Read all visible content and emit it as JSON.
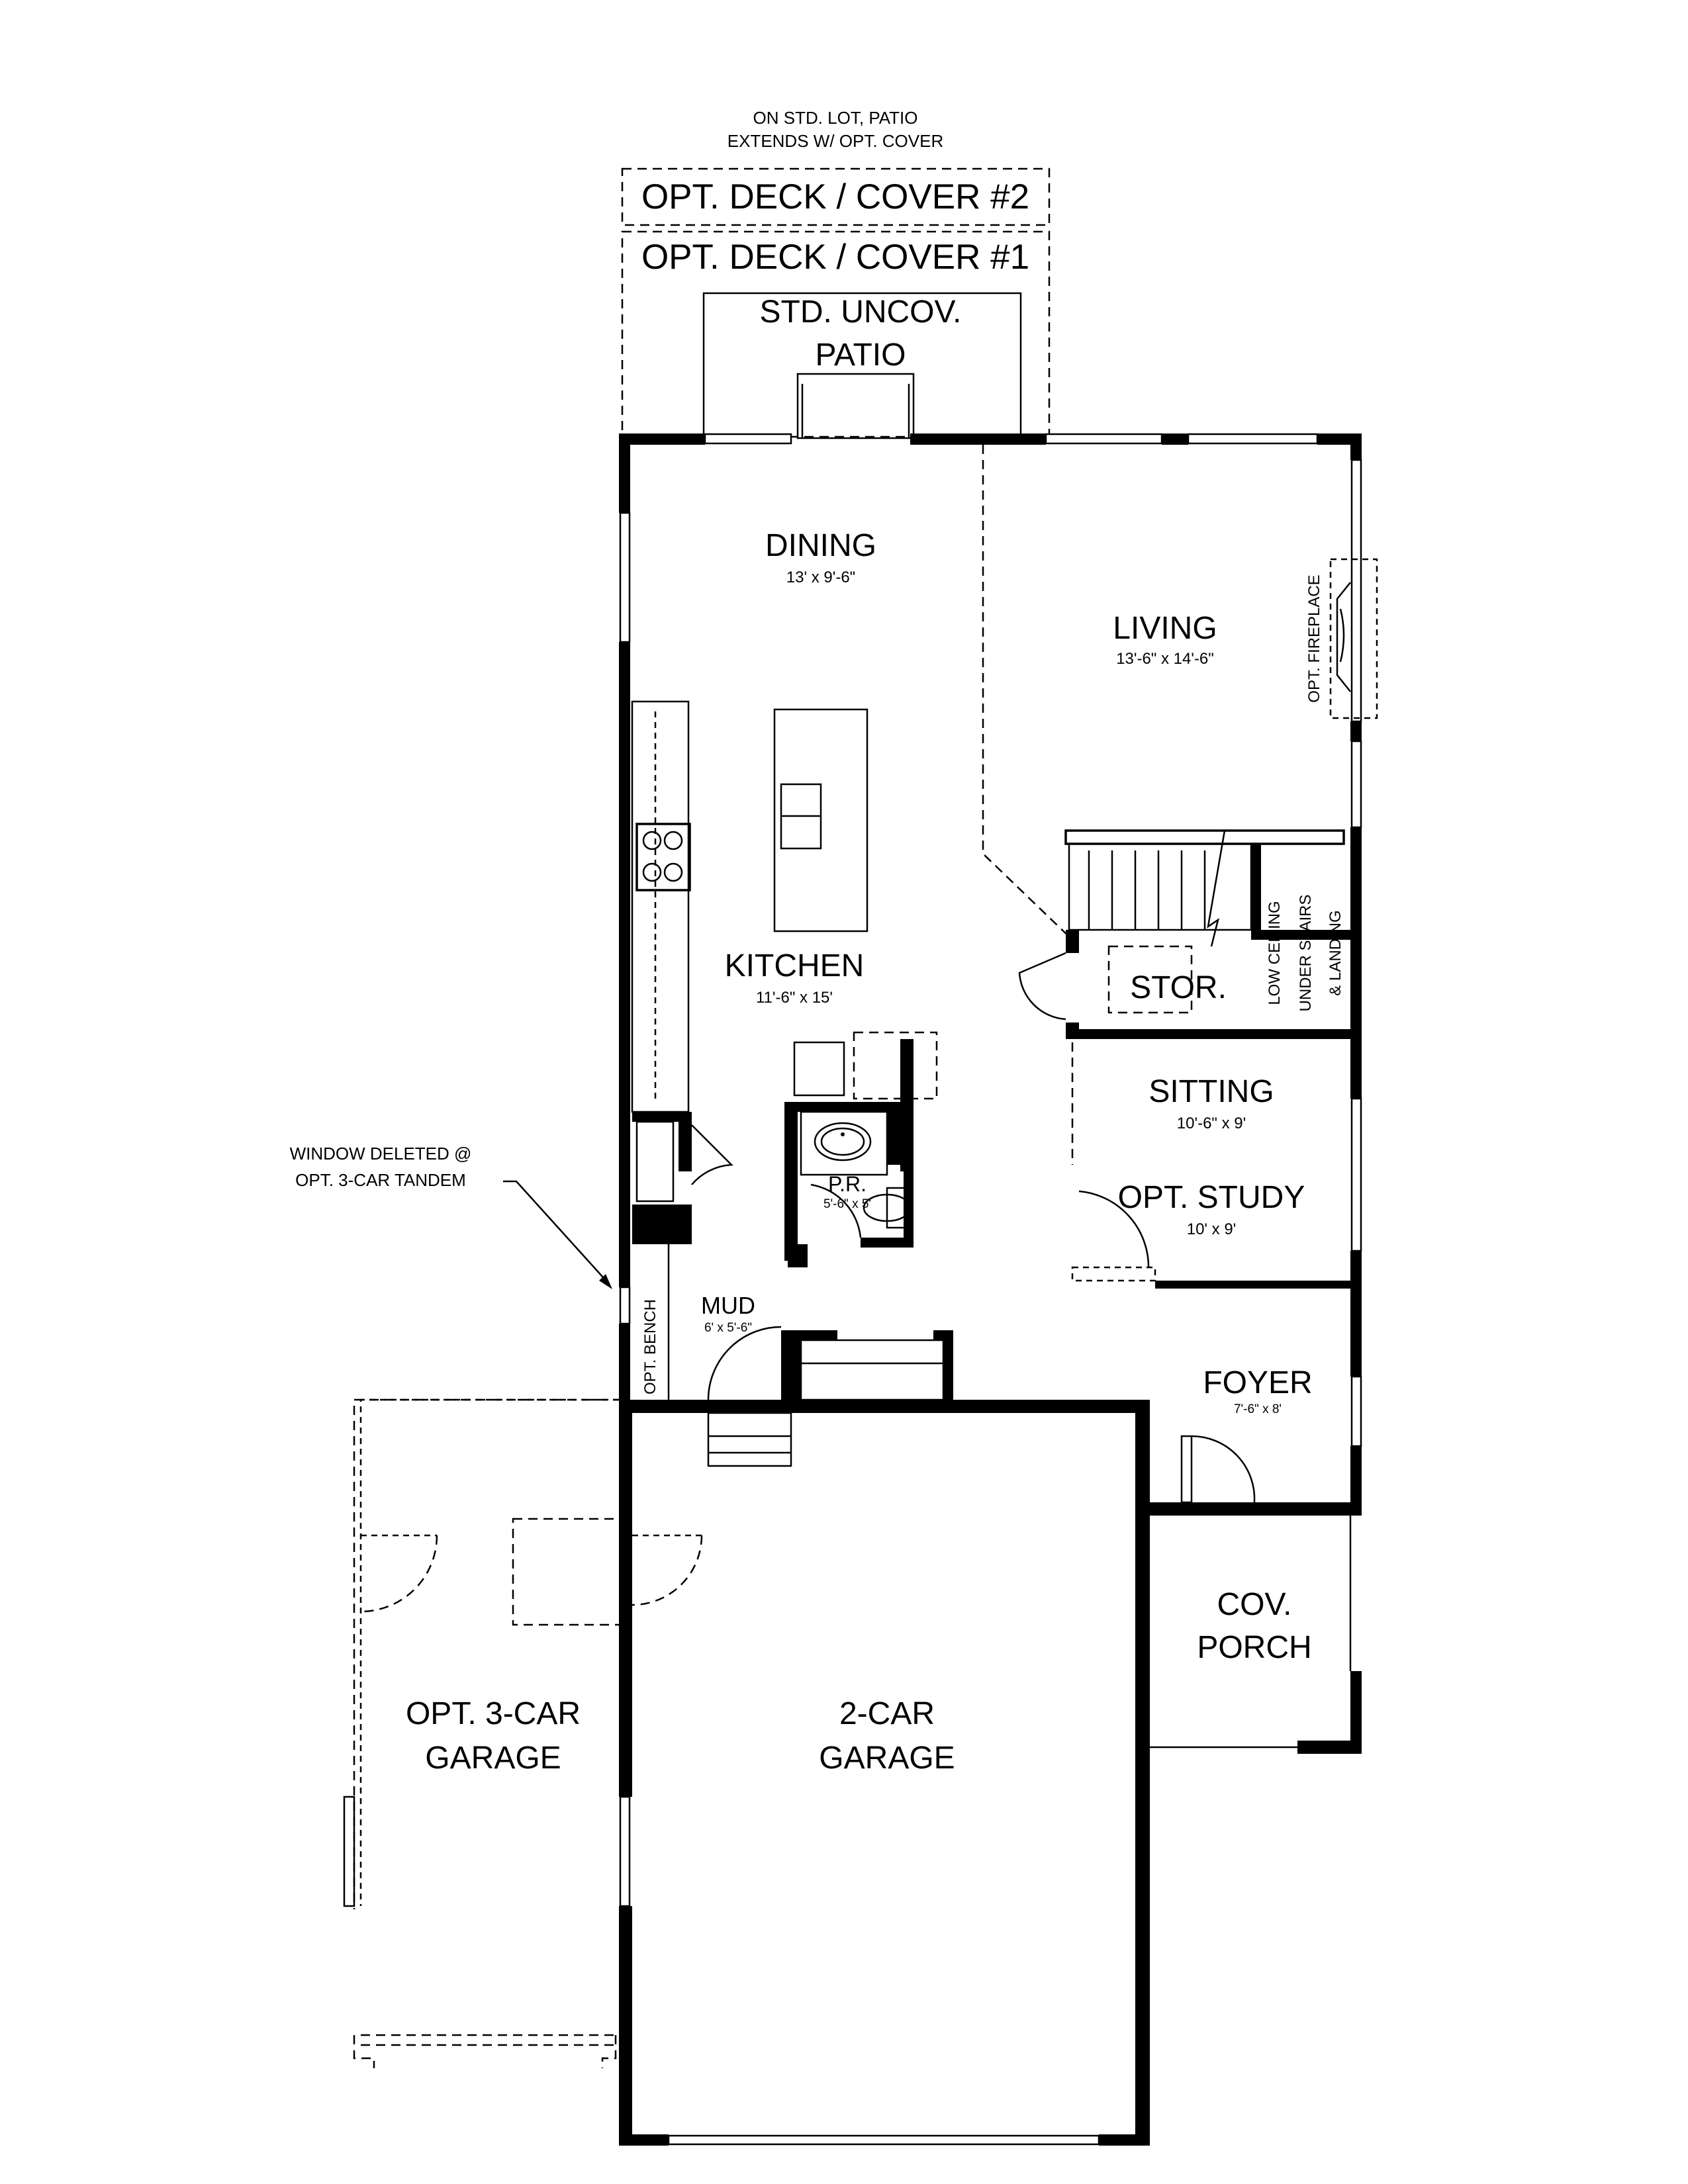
{
  "notes": {
    "patio_note_line1": "ON STD. LOT, PATIO",
    "patio_note_line2": "EXTENDS W/ OPT. COVER",
    "window_note_line1": "WINDOW DELETED @",
    "window_note_line2": "OPT. 3-CAR TANDEM"
  },
  "outdoor": {
    "deck_cover_2": "OPT. DECK / COVER #2",
    "deck_cover_1": "OPT. DECK / COVER #1",
    "patio_line1": "STD. UNCOV.",
    "patio_line2": "PATIO",
    "porch_line1": "COV.",
    "porch_line2": "PORCH"
  },
  "rooms": {
    "dining": {
      "name": "DINING",
      "dims": "13' x 9'-6\""
    },
    "living": {
      "name": "LIVING",
      "dims": "13'-6\" x 14'-6\""
    },
    "fireplace": "OPT. FIREPLACE",
    "kitchen": {
      "name": "KITCHEN",
      "dims": "11'-6\" x 15'"
    },
    "stor": "STOR.",
    "low_ceiling": [
      "LOW CEILING",
      "UNDER STAIRS",
      "& LANDING"
    ],
    "sitting": {
      "name": "SITTING",
      "dims": "10'-6\" x 9'"
    },
    "study": {
      "name": "OPT. STUDY",
      "dims": "10' x 9'"
    },
    "powder": {
      "name": "P.R.",
      "dims": "5'-6\" x 5'"
    },
    "mud": {
      "name": "MUD",
      "dims": "6' x 5'-6\""
    },
    "bench": "OPT. BENCH",
    "foyer": {
      "name": "FOYER",
      "dims": "7'-6\" x 8'"
    },
    "garage_opt": [
      "OPT. 3-CAR",
      "GARAGE"
    ],
    "garage": [
      "2-CAR",
      "GARAGE"
    ]
  }
}
